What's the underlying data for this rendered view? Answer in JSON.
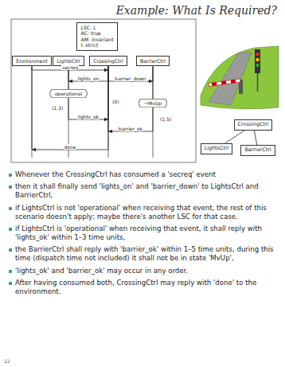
{
  "diagram": {
    "title": "Example: What Is Required?",
    "nodes": [
      {
        "text": [
          "LSC: L",
          "AC: true",
          "AM: invariant",
          "I: strict"
        ]
      },
      {
        "text": [
          "Environment"
        ]
      },
      {
        "text": [
          "LightsCtrl"
        ]
      },
      {
        "text": [
          "CrossingCtrl"
        ]
      },
      {
        "text": [
          "BarrierCtrl"
        ]
      },
      {
        "text": [
          "operational"
        ]
      },
      {
        "text": [
          "¬MvUp"
        ]
      },
      {
        "text": [
          "LightsCtrl"
        ]
      },
      {
        "text": [
          "CrossingCtrl"
        ]
      },
      {
        "text": [
          "BarrierCtrl"
        ]
      }
    ],
    "edges": [
      {
        "from": 1,
        "to": 3,
        "arrow": "to",
        "label": "secreq"
      },
      {
        "from": 3,
        "to": 2,
        "arrow": "to",
        "label": "lights_on"
      },
      {
        "from": 3,
        "to": 4,
        "arrow": "to",
        "label": "barrier_down"
      },
      {
        "from": 2,
        "to": 3,
        "arrow": "to",
        "label": "lights_ok"
      },
      {
        "from": 4,
        "to": 3,
        "arrow": "to",
        "label": "barrier_ok"
      },
      {
        "from": 3,
        "to": 1,
        "arrow": "to",
        "label": "done"
      },
      {
        "from": 8,
        "to": 7,
        "arrow": "none"
      },
      {
        "from": 8,
        "to": 9,
        "arrow": "none"
      }
    ],
    "labels": [
      "(1,3)",
      "(1,5)",
      "(0)",
      "Whenever the CrossingCtrl has consumed a 'secreq' event",
      "then it shall finally send 'lights_on' and 'barrier_down' to LightsCtrl and BarrierCtrl,",
      "if LightsCtrl is not 'operational' when receiving that event, the rest of this scenario doesn't apply; maybe there's another LSC for that case.",
      "if LightsCtrl is 'operational' when receiving that event, it shall reply with 'lights_ok' within 1–3 time units,",
      "the BarrierCtrl shall reply with 'barrier_ok' within 1–5 time units, during this time (dispatch time not included) it shall not be in state 'MvUp',",
      "'lights_ok' and 'barrier_ok' may occur in any order.",
      "After having consumed both, CrossingCtrl may reply with 'done' to the environment.",
      "22"
    ]
  }
}
